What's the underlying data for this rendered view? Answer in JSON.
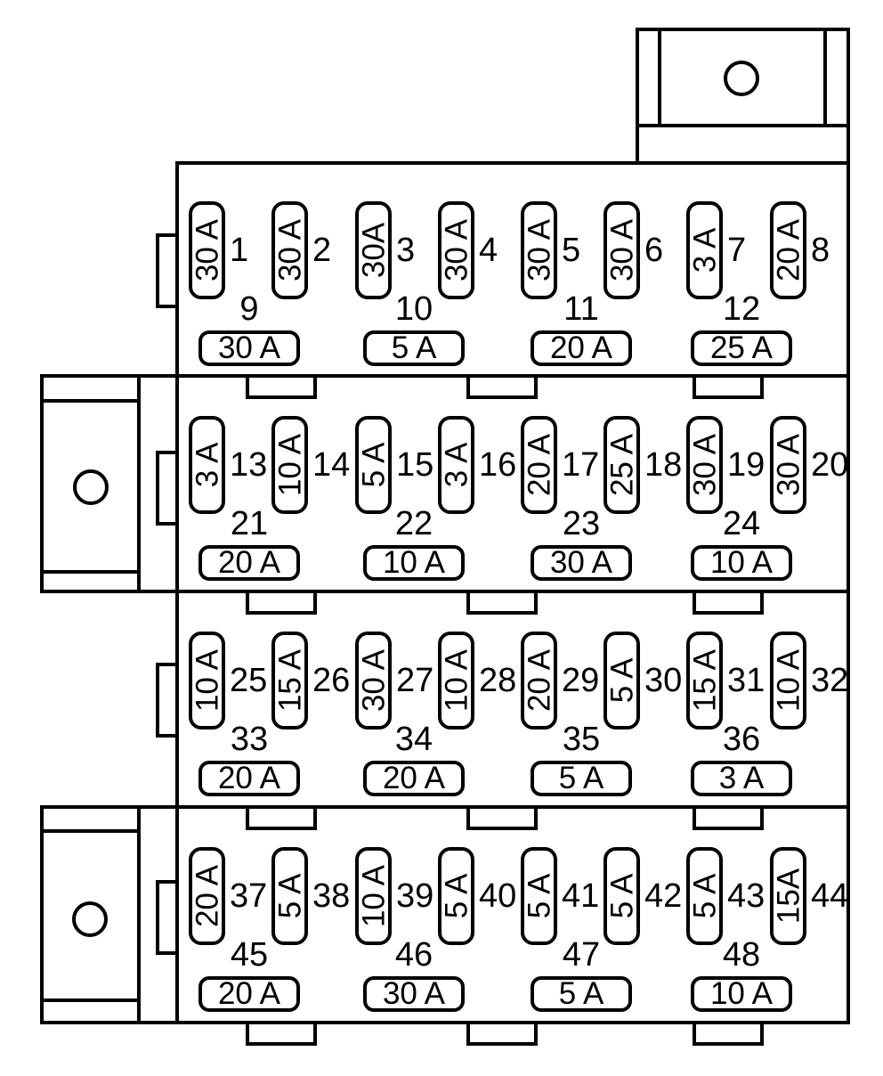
{
  "diagram": {
    "kind": "fuse-box",
    "sections": [
      {
        "vertical_fuses": [
          {
            "number": "1",
            "amperage": "30 A"
          },
          {
            "number": "2",
            "amperage": "30 A"
          },
          {
            "number": "3",
            "amperage": "30A"
          },
          {
            "number": "4",
            "amperage": "30 A"
          },
          {
            "number": "5",
            "amperage": "30 A"
          },
          {
            "number": "6",
            "amperage": "30 A"
          },
          {
            "number": "7",
            "amperage": "3 A"
          },
          {
            "number": "8",
            "amperage": "20 A"
          }
        ],
        "horizontal_fuses": [
          {
            "number": "9",
            "amperage": "30 A"
          },
          {
            "number": "10",
            "amperage": "5 A"
          },
          {
            "number": "11",
            "amperage": "20 A"
          },
          {
            "number": "12",
            "amperage": "25 A"
          }
        ]
      },
      {
        "vertical_fuses": [
          {
            "number": "13",
            "amperage": "3 A"
          },
          {
            "number": "14",
            "amperage": "10 A"
          },
          {
            "number": "15",
            "amperage": "5 A"
          },
          {
            "number": "16",
            "amperage": "3 A"
          },
          {
            "number": "17",
            "amperage": "20 A"
          },
          {
            "number": "18",
            "amperage": "25 A"
          },
          {
            "number": "19",
            "amperage": "30 A"
          },
          {
            "number": "20",
            "amperage": "30 A"
          }
        ],
        "horizontal_fuses": [
          {
            "number": "21",
            "amperage": "20 A"
          },
          {
            "number": "22",
            "amperage": "10 A"
          },
          {
            "number": "23",
            "amperage": "30 A"
          },
          {
            "number": "24",
            "amperage": "10 A"
          }
        ]
      },
      {
        "vertical_fuses": [
          {
            "number": "25",
            "amperage": "10 A"
          },
          {
            "number": "26",
            "amperage": "15 A"
          },
          {
            "number": "27",
            "amperage": "30 A"
          },
          {
            "number": "28",
            "amperage": "10 A"
          },
          {
            "number": "29",
            "amperage": "20 A"
          },
          {
            "number": "30",
            "amperage": "5 A"
          },
          {
            "number": "31",
            "amperage": "15 A"
          },
          {
            "number": "32",
            "amperage": "10 A"
          }
        ],
        "horizontal_fuses": [
          {
            "number": "33",
            "amperage": "20 A"
          },
          {
            "number": "34",
            "amperage": "20 A"
          },
          {
            "number": "35",
            "amperage": "5 A"
          },
          {
            "number": "36",
            "amperage": "3 A"
          }
        ]
      },
      {
        "vertical_fuses": [
          {
            "number": "37",
            "amperage": "20 A"
          },
          {
            "number": "38",
            "amperage": "5 A"
          },
          {
            "number": "39",
            "amperage": "10 A"
          },
          {
            "number": "40",
            "amperage": "5 A"
          },
          {
            "number": "41",
            "amperage": "5 A"
          },
          {
            "number": "42",
            "amperage": "5 A"
          },
          {
            "number": "43",
            "amperage": "5 A"
          },
          {
            "number": "44",
            "amperage": "15A"
          }
        ],
        "horizontal_fuses": [
          {
            "number": "45",
            "amperage": "20 A"
          },
          {
            "number": "46",
            "amperage": "30 A"
          },
          {
            "number": "47",
            "amperage": "5 A"
          },
          {
            "number": "48",
            "amperage": "10 A"
          }
        ]
      }
    ]
  },
  "colors": {
    "line": "#000000",
    "background": "#ffffff"
  }
}
